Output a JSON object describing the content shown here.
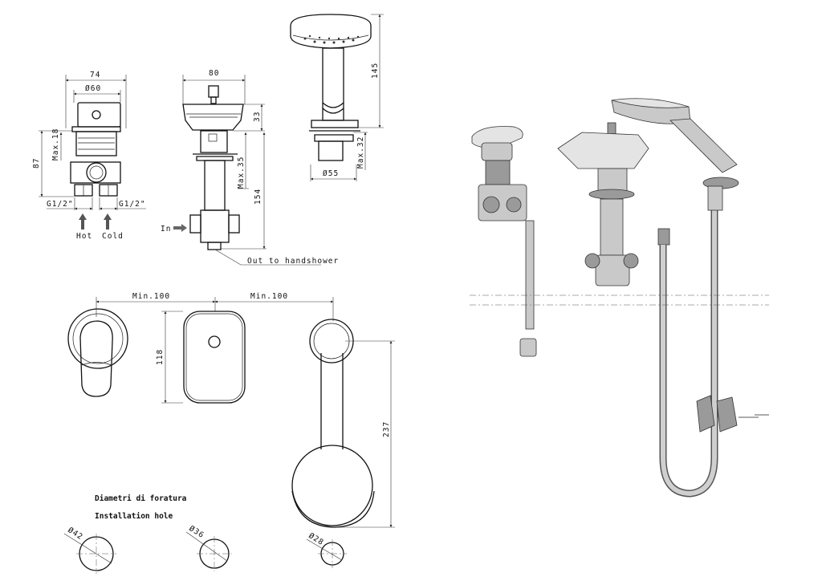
{
  "mixer_view": {
    "width": "74",
    "diameter": "Ø60",
    "height": "87",
    "max_depth": "Max.18",
    "thread_left": "G1/2\"",
    "thread_right": "G1/2\"",
    "hot": "Hot",
    "cold": "Cold"
  },
  "diverter_view": {
    "width": "80",
    "head_height": "33",
    "max_depth": "Max.35",
    "length": "154",
    "inlet": "In",
    "outlet": "Out to handshower"
  },
  "handshower_view": {
    "height": "145",
    "max_depth": "Max.32",
    "diameter": "Ø55"
  },
  "front_view": {
    "spacing_1": "Min.100",
    "spacing_2": "Min.100",
    "plate_height": "118",
    "shower_length": "237"
  },
  "holes": {
    "title_it": "Diametri di foratura",
    "title_en": "Installation hole",
    "items": [
      {
        "label": "Ø42"
      },
      {
        "label": "Ø36"
      },
      {
        "label": "Ø28"
      }
    ]
  }
}
